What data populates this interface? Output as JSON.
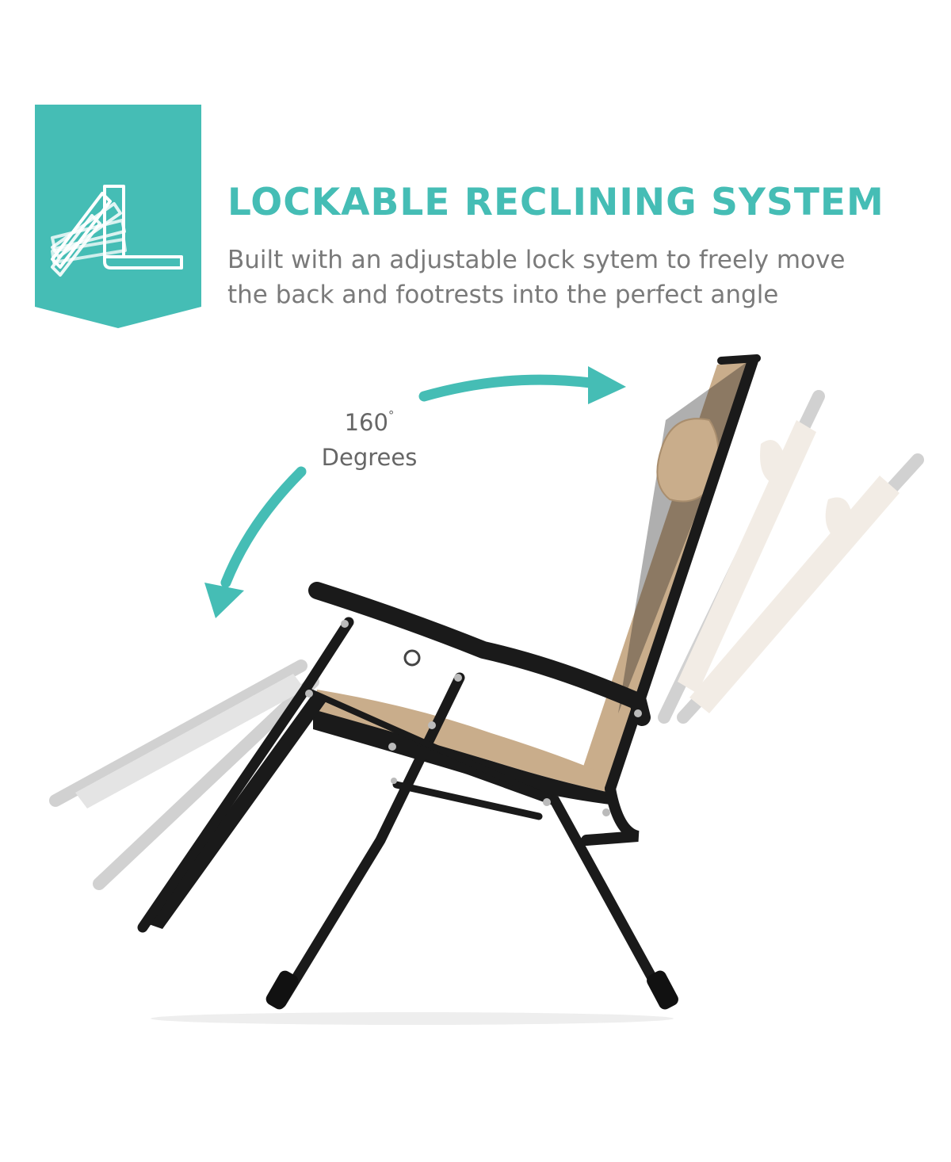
{
  "header": {
    "title": "LOCKABLE RECLINING SYSTEM",
    "description_lines": [
      "Built with an adjustable lock sytem to freely move",
      "the back and footrests into the perfect angle"
    ]
  },
  "badge": {
    "icon": "reclining-chair-icon"
  },
  "annotation": {
    "degree_value": "160",
    "degree_symbol": "°",
    "degree_unit": "Degrees"
  },
  "colors": {
    "accent": "#45bdb5",
    "text_gray": "#7a7a7a",
    "frame": "#1a1a1a",
    "fabric_tan": "#c9ad8b"
  }
}
